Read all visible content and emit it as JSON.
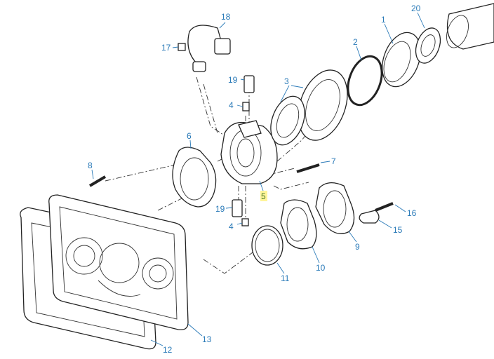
{
  "diagram": {
    "highlight_color": "#fff59a",
    "label_color": "#2a7ab8",
    "callouts": [
      {
        "id": "c1",
        "text": "1"
      },
      {
        "id": "c2",
        "text": "2"
      },
      {
        "id": "c3",
        "text": "3"
      },
      {
        "id": "c4a",
        "text": "4"
      },
      {
        "id": "c4b",
        "text": "4"
      },
      {
        "id": "c5",
        "text": "5",
        "highlighted": true
      },
      {
        "id": "c6",
        "text": "6"
      },
      {
        "id": "c7",
        "text": "7"
      },
      {
        "id": "c8",
        "text": "8"
      },
      {
        "id": "c9",
        "text": "9"
      },
      {
        "id": "c10",
        "text": "10"
      },
      {
        "id": "c11",
        "text": "11"
      },
      {
        "id": "c12",
        "text": "12"
      },
      {
        "id": "c13",
        "text": "13"
      },
      {
        "id": "c15",
        "text": "15"
      },
      {
        "id": "c16",
        "text": "16"
      },
      {
        "id": "c17",
        "text": "17"
      },
      {
        "id": "c18",
        "text": "18"
      },
      {
        "id": "c19a",
        "text": "19"
      },
      {
        "id": "c19b",
        "text": "19"
      },
      {
        "id": "c20",
        "text": "20"
      }
    ]
  }
}
